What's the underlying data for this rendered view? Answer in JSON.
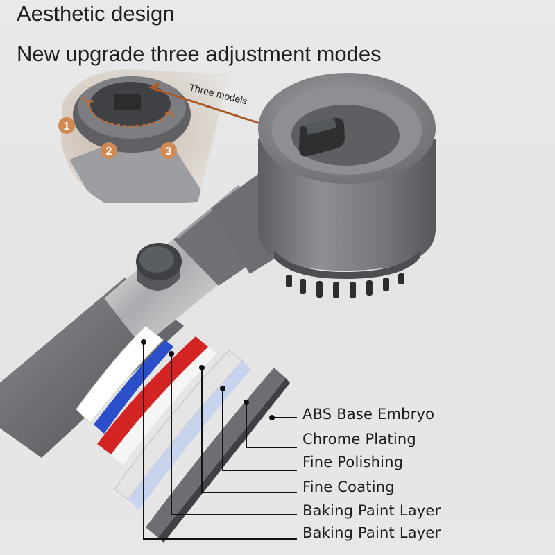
{
  "headline": {
    "line1": "Aesthetic design",
    "line2": "New upgrade three adjustment modes"
  },
  "callout": {
    "label": "Three models",
    "mode_numbers": [
      "1",
      "2",
      "3"
    ]
  },
  "layers": [
    {
      "label": "ABS Base Embryo"
    },
    {
      "label": "Chrome Plating"
    },
    {
      "label": "Fine Polishing"
    },
    {
      "label": "Fine Coating"
    },
    {
      "label": "Baking Paint Layer"
    },
    {
      "label": "Baking Paint Layer"
    }
  ],
  "colors": {
    "background": "#e6e6e6",
    "body_gunmetal": "#6f7174",
    "accent_orange": "#c96a2c",
    "red_layer": "#d42323",
    "blue_layer": "#2a4fc9",
    "text": "#1c1c1c"
  }
}
